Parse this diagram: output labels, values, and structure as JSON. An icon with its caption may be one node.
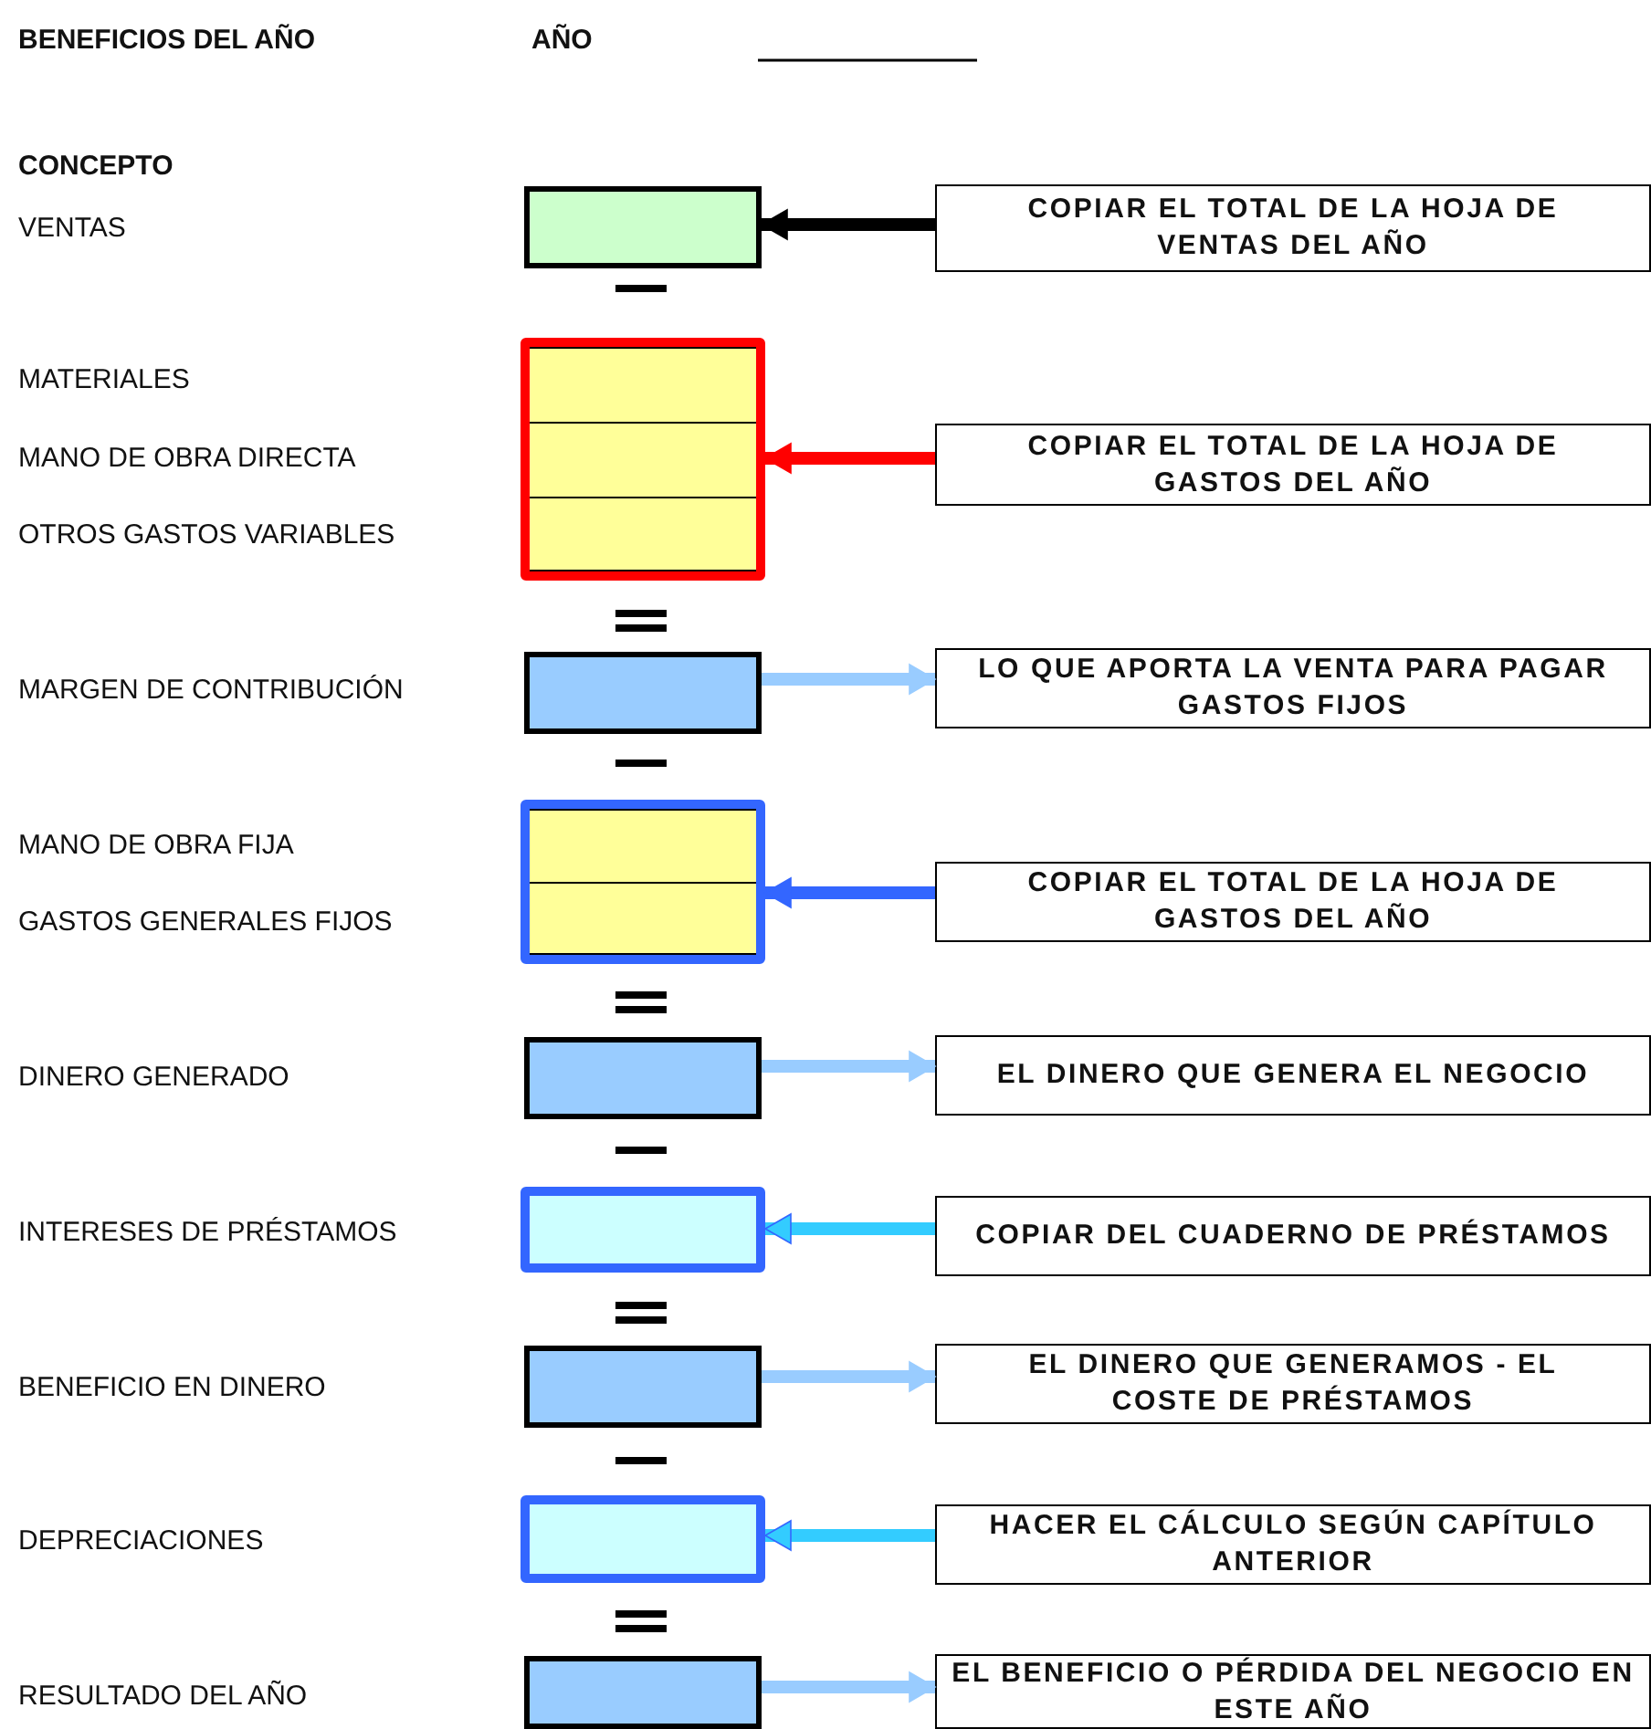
{
  "diagram": {
    "title": "BENEFICIOS DEL AÑO",
    "nodes": [
      {
        "text": [],
        "shape": "box"
      },
      {
        "text": [
          "COPIAR EL TOTAL DE LA HOJA DE VENTAS DEL AÑO"
        ]
      },
      {
        "text": [],
        "shape": "box"
      },
      {
        "text": [],
        "shape": "box",
        "in": 2
      },
      {
        "text": [],
        "shape": "box",
        "in": 2
      },
      {
        "text": [],
        "shape": "box",
        "in": 2
      },
      {
        "text": [
          "COPIAR EL TOTAL DE LA HOJA DE GASTOS DEL AÑO"
        ]
      },
      {
        "text": [],
        "shape": "box"
      },
      {
        "text": [
          "LO QUE APORTA LA VENTA PARA PAGAR GASTOS FIJOS"
        ]
      },
      {
        "text": [],
        "shape": "box"
      },
      {
        "text": [],
        "shape": "box",
        "in": 9
      },
      {
        "text": [],
        "shape": "box",
        "in": 9
      },
      {
        "text": [
          "COPIAR EL TOTAL DE LA HOJA DE GASTOS DEL AÑO"
        ]
      },
      {
        "text": [],
        "shape": "box"
      },
      {
        "text": [
          "EL DINERO QUE GENERA EL NEGOCIO"
        ]
      },
      {
        "text": [],
        "shape": "box"
      },
      {
        "text": [
          "COPIAR DEL CUADERNO DE PRÉSTAMOS"
        ]
      },
      {
        "text": [],
        "shape": "box"
      },
      {
        "text": [
          "EL DINERO QUE GENERAMOS - EL COSTE DE PRÉSTAMOS"
        ]
      },
      {
        "text": [],
        "shape": "box"
      },
      {
        "text": [
          "HACER EL CÁLCULO SEGÚN CAPÍTULO ANTERIOR"
        ]
      },
      {
        "text": [],
        "shape": "box"
      },
      {
        "text": [
          "EL BENEFICIO O PÉRDIDA DEL NEGOCIO EN ESTE AÑO"
        ]
      }
    ],
    "edges": [
      {
        "from": 1,
        "to": 0,
        "arrow": "to",
        "color": "#000000"
      },
      {
        "from": 6,
        "to": 2,
        "arrow": "to",
        "color": "#ff0000"
      },
      {
        "from": 7,
        "to": 8,
        "arrow": "to"
      },
      {
        "from": 12,
        "to": 9,
        "arrow": "to",
        "color": "#3366ff"
      },
      {
        "from": 13,
        "to": 14,
        "arrow": "to"
      },
      {
        "from": 16,
        "to": 15,
        "arrow": "to",
        "color": "#33ccff"
      },
      {
        "from": 17,
        "to": 18,
        "arrow": "to"
      },
      {
        "from": 20,
        "to": 19,
        "arrow": "to",
        "color": "#33ccff"
      },
      {
        "from": 21,
        "to": 22,
        "arrow": "to"
      }
    ],
    "labels": [
      "AÑO",
      "CONCEPTO",
      "VENTAS",
      "MATERIALES",
      "MANO DE OBRA DIRECTA",
      "OTROS GASTOS VARIABLES",
      "MARGEN DE CONTRIBUCIÓN",
      "MANO DE OBRA FIJA",
      "GASTOS GENERALES FIJOS",
      "DINERO GENERADO",
      "INTERESES DE PRÉSTAMOS",
      "BENEFICIO EN DINERO",
      "DEPRECIACIONES",
      "RESULTADO DEL AÑO"
    ]
  }
}
